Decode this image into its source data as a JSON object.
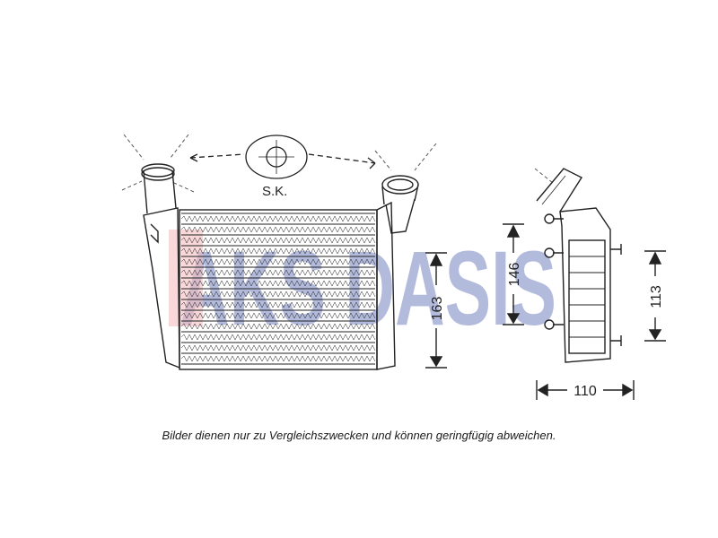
{
  "watermark": {
    "text": "AKS DASIS",
    "color_blue": "#3a4ea8",
    "color_red": "#e0555a"
  },
  "labels": {
    "sk": "S.K.",
    "dim_163": "163",
    "dim_146": "146",
    "dim_113": "113",
    "dim_110": "110"
  },
  "caption": "Bilder dienen nur zu Vergleichszwecken und können geringfügig abweichen."
}
